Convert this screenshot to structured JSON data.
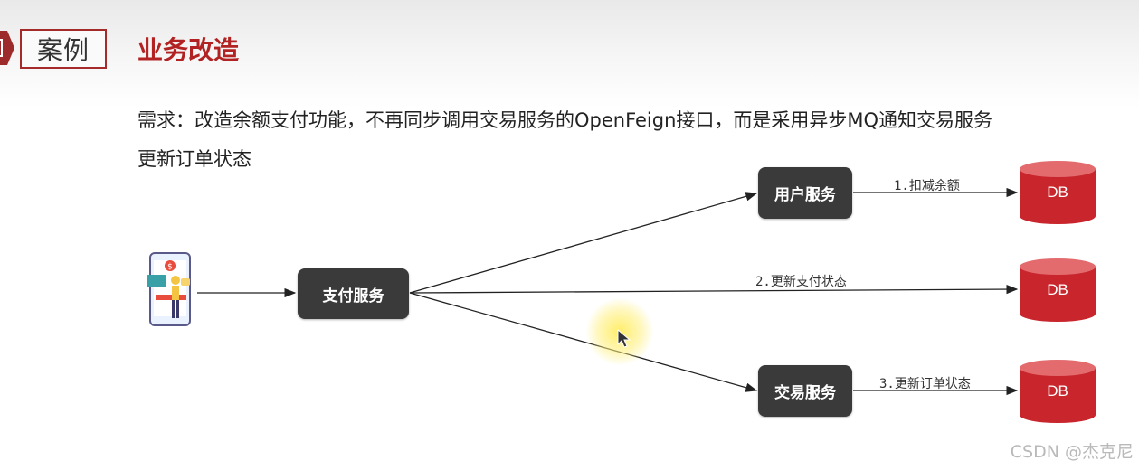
{
  "header": {
    "section_tag": "案例",
    "title": "业务改造"
  },
  "description": {
    "line1": "需求：改造余额支付功能，不再同步调用交易服务的OpenFeign接口，而是采用异步MQ通知交易服务",
    "line2": "更新订单状态"
  },
  "diagram": {
    "nodes": {
      "payment": "支付服务",
      "user": "用户服务",
      "trade": "交易服务"
    },
    "edges": {
      "deduct": "1.扣减余额",
      "update_pay": "2.更新支付状态",
      "update_order": "3.更新订单状态"
    },
    "databases": [
      "DB",
      "DB",
      "DB"
    ]
  },
  "colors": {
    "accent": "#b22222",
    "node_bg": "#3a3a3a",
    "db_red": "#c8252c"
  },
  "watermark": "CSDN @杰克尼"
}
